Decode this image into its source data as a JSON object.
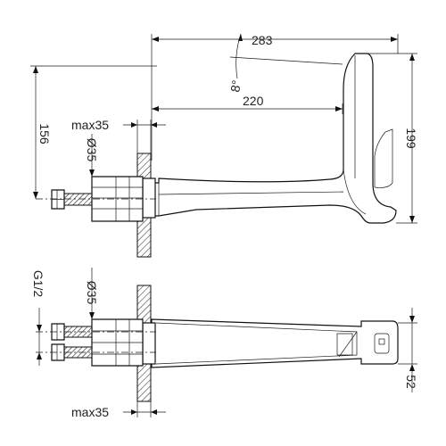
{
  "dimensions": {
    "d283": "283",
    "d220": "220",
    "angle": "8°",
    "d156": "156",
    "d199": "199",
    "max35_top": "max35",
    "dia35_top": "Ø35",
    "g12": "G1/2",
    "dia35_bottom": "Ø35",
    "d52": "52",
    "max35_bottom": "max35"
  },
  "colors": {
    "line": "#111111",
    "background": "#ffffff"
  }
}
